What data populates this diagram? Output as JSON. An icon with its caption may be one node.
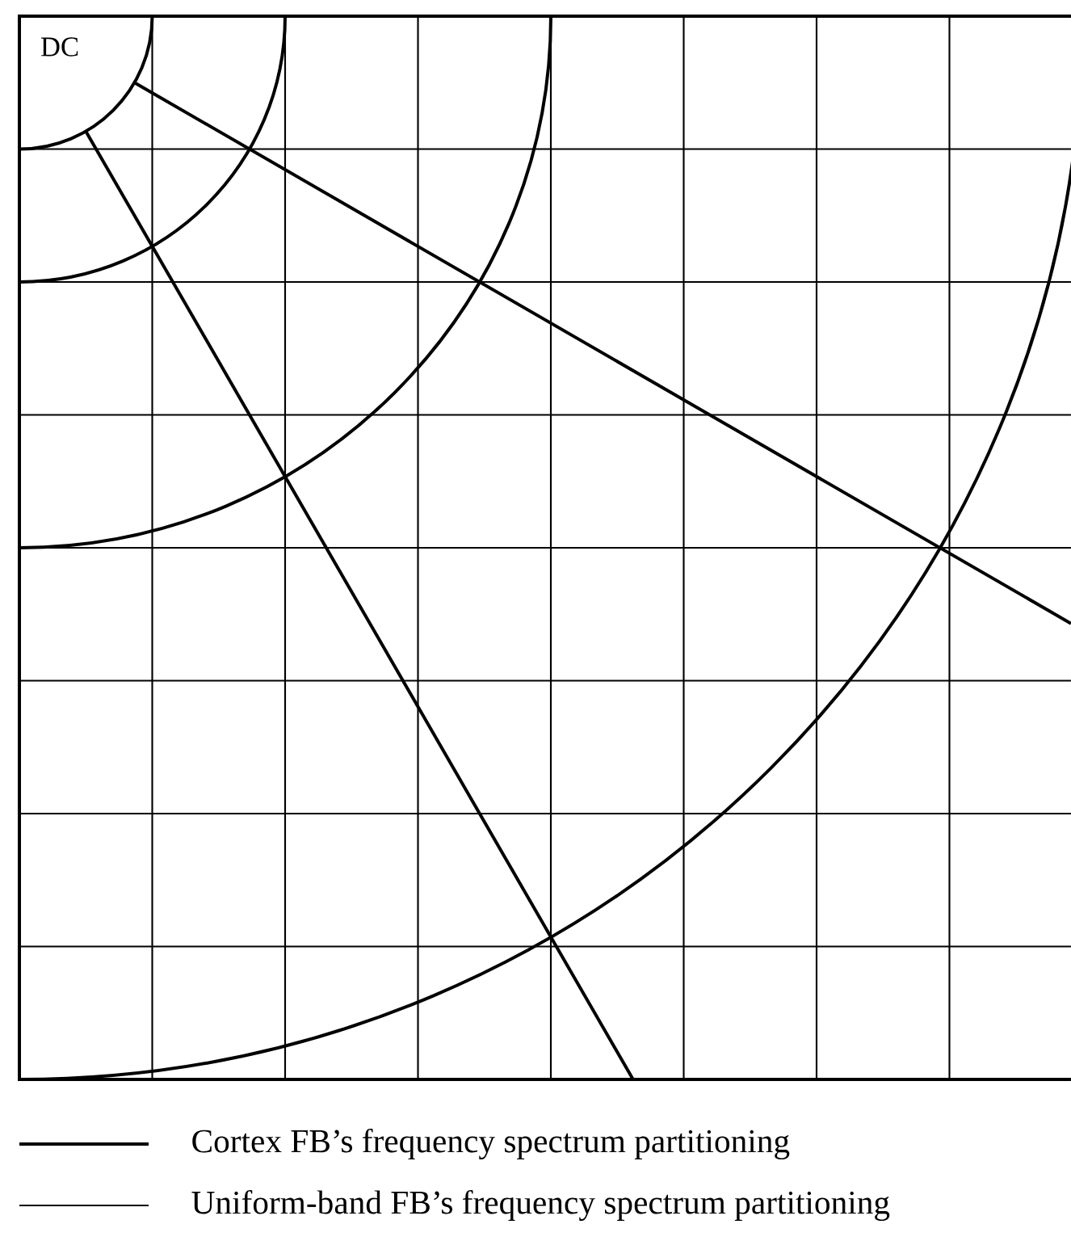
{
  "diagram": {
    "labels": [
      "DC"
    ],
    "legend": [
      {
        "text": "Cortex FB’s frequency spectrum partitioning"
      },
      {
        "text": "Uniform-band FB’s frequency spectrum partitioning"
      }
    ]
  }
}
